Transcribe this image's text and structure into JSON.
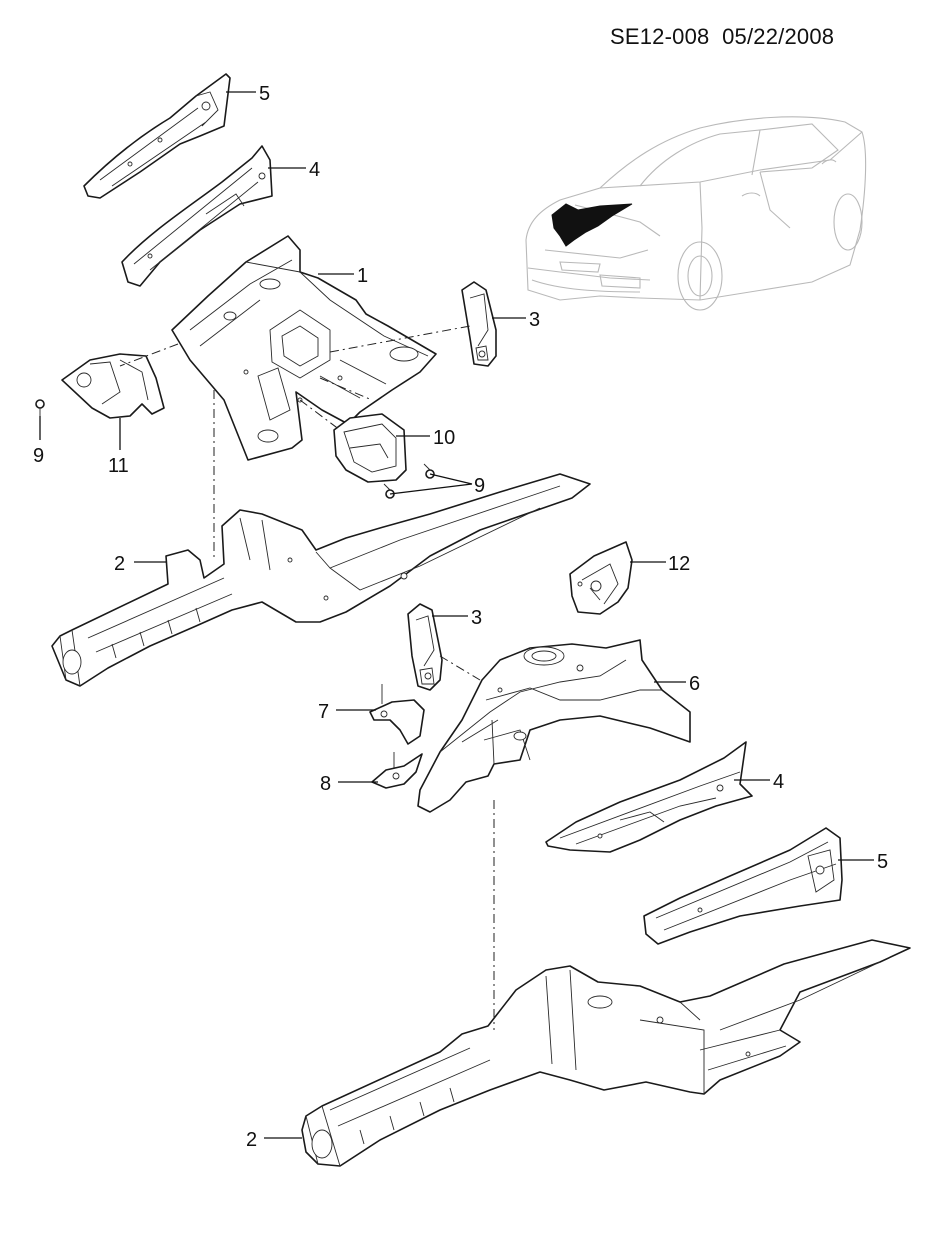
{
  "header": {
    "diagram_code": "SE12-008",
    "date": "05/22/2008"
  },
  "callouts": [
    {
      "id": "c5a",
      "label": "5"
    },
    {
      "id": "c4a",
      "label": "4"
    },
    {
      "id": "c1",
      "label": "1"
    },
    {
      "id": "c3a",
      "label": "3"
    },
    {
      "id": "c9a",
      "label": "9"
    },
    {
      "id": "c11",
      "label": "11"
    },
    {
      "id": "c10",
      "label": "10"
    },
    {
      "id": "c9b",
      "label": "9"
    },
    {
      "id": "c2a",
      "label": "2"
    },
    {
      "id": "c12",
      "label": "12"
    },
    {
      "id": "c3b",
      "label": "3"
    },
    {
      "id": "c6",
      "label": "6"
    },
    {
      "id": "c7",
      "label": "7"
    },
    {
      "id": "c8",
      "label": "8"
    },
    {
      "id": "c4b",
      "label": "4"
    },
    {
      "id": "c5b",
      "label": "5"
    },
    {
      "id": "c2b",
      "label": "2"
    }
  ],
  "colors": {
    "line": "#1a1a1a",
    "car_outline": "#b9b9b9",
    "highlight": "#111111"
  }
}
